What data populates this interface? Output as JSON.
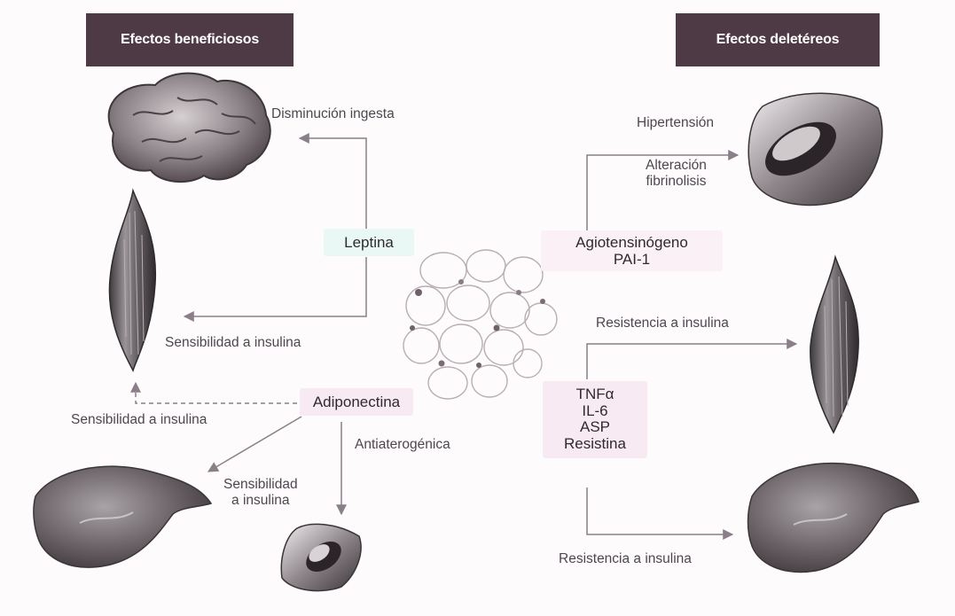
{
  "headers": {
    "left": "Efectos beneficiosos",
    "right": "Efectos deletéreos"
  },
  "hormones": {
    "leptina": "Leptina",
    "adiponectina": "Adiponectina",
    "angiotensinogen_line1": "Agiotensinógeno",
    "angiotensinogen_line2": "PAI-1",
    "cytokines": [
      "TNFα",
      "IL-6",
      "ASP",
      "Resistina"
    ]
  },
  "labels": {
    "disminucion_ingesta": "Disminución ingesta",
    "sensibilidad_muscle": "Sensibilidad a insulina",
    "sensibilidad_left": "Sensibilidad a insulina",
    "sensibilidad_liver_line1": "Sensibilidad",
    "sensibilidad_liver_line2": "a insulina",
    "antiaterogenica": "Antiaterogénica",
    "hipertension": "Hipertensión",
    "alteracion_line1": "Alteración",
    "alteracion_line2": "fibrinolisis",
    "resistencia_muscle": "Resistencia a insulina",
    "resistencia_liver": "Resistencia a insulina"
  },
  "colors": {
    "header_bg": "#4e3a44",
    "arrow": "#8a7f88",
    "leptina_bg": "#eaf8f5",
    "adipokine_bg": "#f8eaf2"
  }
}
